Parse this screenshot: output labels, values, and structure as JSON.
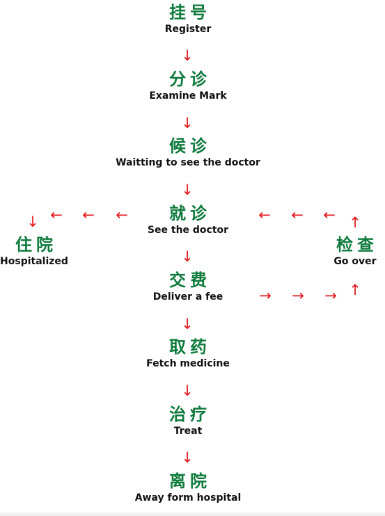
{
  "colors": {
    "chinese_text": "#0e7a3c",
    "english_text": "#111111",
    "arrow": "#e3161b"
  },
  "steps": [
    {
      "zh": "挂号",
      "en": "Register"
    },
    {
      "zh": "分诊",
      "en": "Examine Mark"
    },
    {
      "zh": "候诊",
      "en": "Waitting to see the doctor"
    },
    {
      "zh": "就诊",
      "en": "See the doctor"
    },
    {
      "zh": "交费",
      "en": "Deliver a fee"
    },
    {
      "zh": "取药",
      "en": "Fetch medicine"
    },
    {
      "zh": "治疗",
      "en": "Treat"
    },
    {
      "zh": "离院",
      "en": "Away form hospital"
    }
  ],
  "side": {
    "hospitalized": {
      "zh": "住院",
      "en": "Hospitalized"
    },
    "go_over": {
      "zh": "检查",
      "en": "Go over"
    }
  },
  "arrow_glyphs": {
    "down": "↓",
    "left": "←",
    "right": "→",
    "up": "↑"
  }
}
